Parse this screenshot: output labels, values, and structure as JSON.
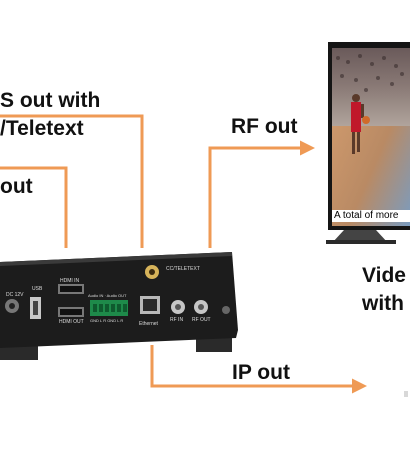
{
  "labels": {
    "cvbs": "S out with",
    "teletext": "/Teletext",
    "hdmi_out_label": "out",
    "rf_out": "RF out",
    "video_line1": "Vide",
    "video_line2": "with",
    "ip_out": "IP out"
  },
  "device": {
    "dc": "DC 12V",
    "usb": "USB",
    "hdmi_in": "HDMI IN",
    "hdmi_out": "HDMI OUT",
    "audio": "Audio IN · Audio OUT",
    "audio_pins": "GND L R  GND L R",
    "cc": "CC/TELETEXT",
    "ethernet": "Ethernet",
    "rf_in": "RF IN",
    "rf_out": "RF OUT"
  },
  "tv": {
    "caption": "A total of more"
  },
  "colors": {
    "arrow": "#ef9a55",
    "label": "#111111",
    "device_body": "#1c1c1c",
    "tv_frame": "#151515"
  }
}
